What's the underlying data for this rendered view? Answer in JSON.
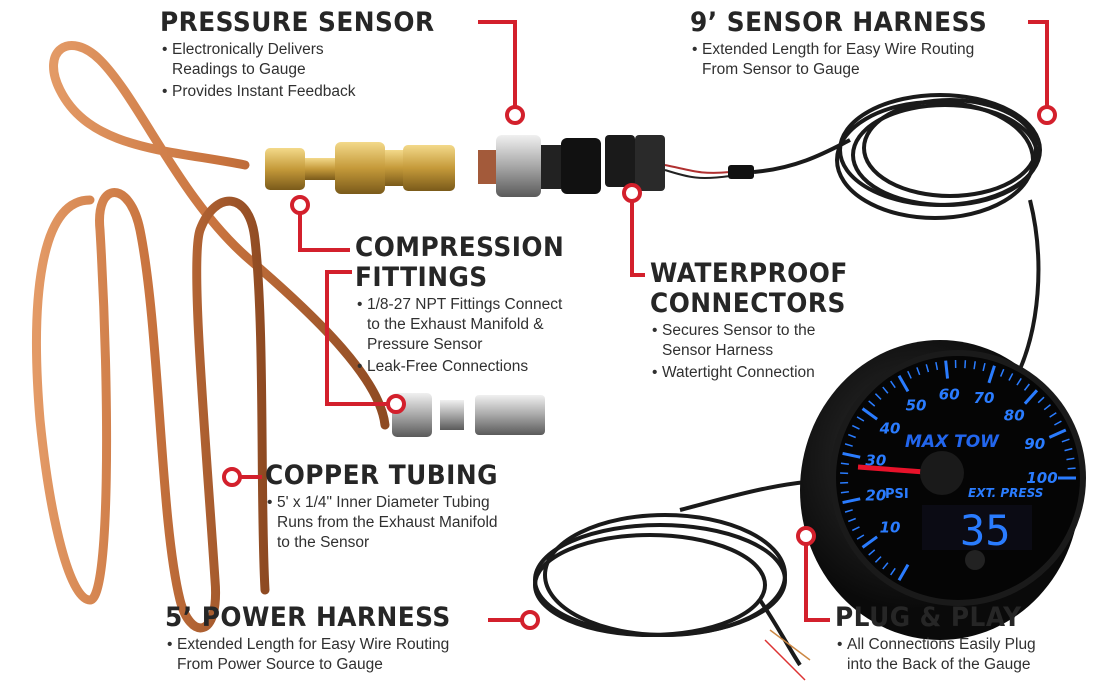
{
  "callouts": {
    "pressure_sensor": {
      "title": "PRESSURE SENSOR",
      "bullets": [
        "Electronically Delivers\nReadings to Gauge",
        "Provides Instant Feedback"
      ]
    },
    "sensor_harness": {
      "title": "9’ SENSOR HARNESS",
      "bullets": [
        "Extended Length for Easy Wire Routing\nFrom Sensor to Gauge"
      ]
    },
    "compression_fittings": {
      "title1": "COMPRESSION",
      "title2": "FITTINGS",
      "bullets": [
        "1/8-27 NPT Fittings Connect\nto the Exhaust Manifold &\nPressure Sensor",
        "Leak-Free Connections"
      ]
    },
    "waterproof_connectors": {
      "title1": "WATERPROOF",
      "title2": "CONNECTORS",
      "bullets": [
        "Secures Sensor to the\nSensor Harness",
        "Watertight Connection"
      ]
    },
    "copper_tubing": {
      "title": "COPPER TUBING",
      "bullets": [
        "5' x 1/4\" Inner Diameter Tubing\nRuns from the Exhaust Manifold\nto the Sensor"
      ]
    },
    "power_harness": {
      "title": "5’ POWER HARNESS",
      "bullets": [
        "Extended Length for Easy Wire Routing\nFrom Power Source to Gauge"
      ]
    },
    "plug_and_play": {
      "title": "PLUG & PLAY",
      "bullets": [
        "All Connections Easily Plug\ninto the Back of the Gauge"
      ]
    }
  },
  "gauge": {
    "ticks": [
      "10",
      "20",
      "30",
      "40",
      "50",
      "60",
      "70",
      "80",
      "90",
      "100"
    ],
    "unit": "PSI",
    "label": "EXT. PRESS",
    "digital_readout": "35",
    "logo": "MAX TOW"
  },
  "colors": {
    "callout_red": "#d3202c",
    "copper": "#c8733e",
    "gauge_blue": "#1f6bff",
    "needle": "#e8122a"
  }
}
